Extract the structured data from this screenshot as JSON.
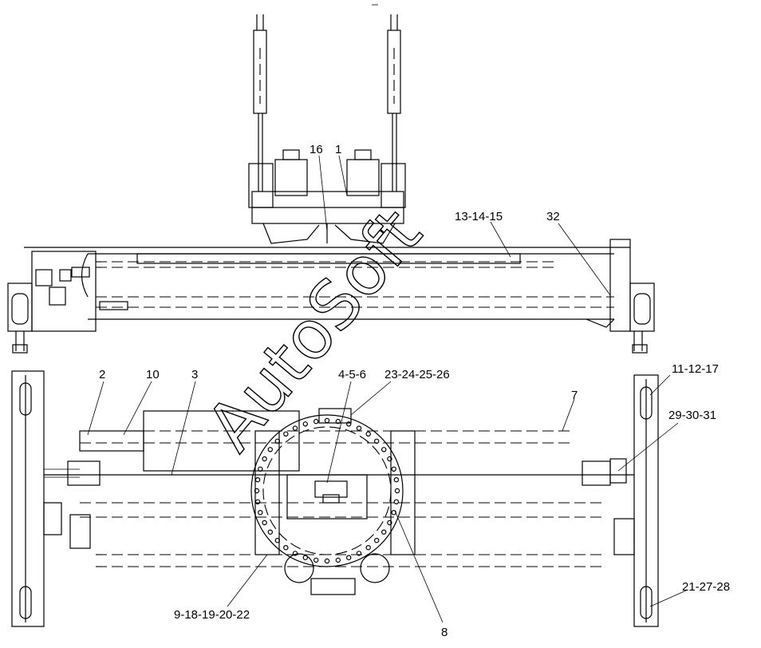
{
  "drawing": {
    "watermark": "AutoSoft",
    "callouts": [
      {
        "id": "c16",
        "text": "16"
      },
      {
        "id": "c1",
        "text": "1"
      },
      {
        "id": "c13",
        "text": "13-14-15"
      },
      {
        "id": "c32",
        "text": "32"
      },
      {
        "id": "c2",
        "text": "2"
      },
      {
        "id": "c10",
        "text": "10"
      },
      {
        "id": "c3",
        "text": "3"
      },
      {
        "id": "c4",
        "text": "4-5-6"
      },
      {
        "id": "c23",
        "text": "23-24-25-26"
      },
      {
        "id": "c11",
        "text": "11-12-17"
      },
      {
        "id": "c7",
        "text": "7"
      },
      {
        "id": "c29",
        "text": "29-30-31"
      },
      {
        "id": "c21",
        "text": "21-27-28"
      },
      {
        "id": "c9",
        "text": "9-18-19-20-22"
      },
      {
        "id": "c8",
        "text": "8"
      }
    ]
  }
}
